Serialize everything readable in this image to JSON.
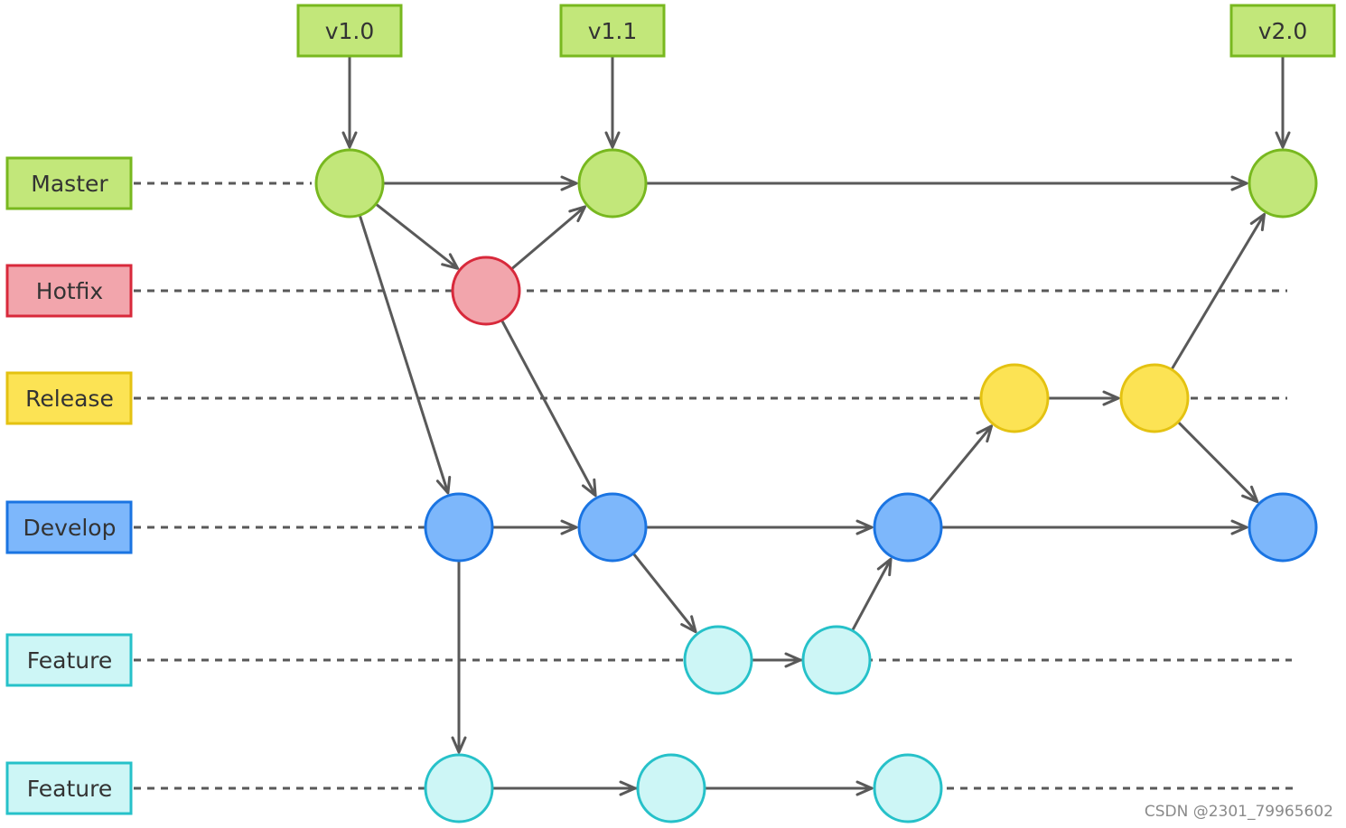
{
  "lanes": [
    {
      "id": "master",
      "label": "Master",
      "fill": "#c2e77a",
      "stroke": "#78b81f"
    },
    {
      "id": "hotfix",
      "label": "Hotfix",
      "fill": "#f2a5ac",
      "stroke": "#d8293b"
    },
    {
      "id": "release",
      "label": "Release",
      "fill": "#fce354",
      "stroke": "#e4c211"
    },
    {
      "id": "develop",
      "label": "Develop",
      "fill": "#7db7fb",
      "stroke": "#1a74e2"
    },
    {
      "id": "feature1",
      "label": "Feature",
      "fill": "#cdf6f6",
      "stroke": "#26c1c9"
    },
    {
      "id": "feature2",
      "label": "Feature",
      "fill": "#cdf6f6",
      "stroke": "#26c1c9"
    }
  ],
  "tags": [
    {
      "label": "v1.0",
      "node": "m1"
    },
    {
      "label": "v1.1",
      "node": "m2"
    },
    {
      "label": "v2.0",
      "node": "m3"
    }
  ],
  "nodes": [
    {
      "id": "m1",
      "lane": "master"
    },
    {
      "id": "m2",
      "lane": "master"
    },
    {
      "id": "m3",
      "lane": "master"
    },
    {
      "id": "h1",
      "lane": "hotfix"
    },
    {
      "id": "r1",
      "lane": "release"
    },
    {
      "id": "r2",
      "lane": "release"
    },
    {
      "id": "d1",
      "lane": "develop"
    },
    {
      "id": "d2",
      "lane": "develop"
    },
    {
      "id": "d3",
      "lane": "develop"
    },
    {
      "id": "d4",
      "lane": "develop"
    },
    {
      "id": "fa1",
      "lane": "feature1"
    },
    {
      "id": "fa2",
      "lane": "feature1"
    },
    {
      "id": "fb1",
      "lane": "feature2"
    },
    {
      "id": "fb2",
      "lane": "feature2"
    },
    {
      "id": "fb3",
      "lane": "feature2"
    }
  ],
  "edges": [
    [
      "m1",
      "m2"
    ],
    [
      "m2",
      "m3"
    ],
    [
      "m1",
      "h1"
    ],
    [
      "h1",
      "m2"
    ],
    [
      "m1",
      "d1"
    ],
    [
      "h1",
      "d2"
    ],
    [
      "d1",
      "d2"
    ],
    [
      "d2",
      "d3"
    ],
    [
      "d3",
      "d4"
    ],
    [
      "d1",
      "fb1"
    ],
    [
      "d2",
      "fa1"
    ],
    [
      "fa1",
      "fa2"
    ],
    [
      "fa2",
      "d3"
    ],
    [
      "d3",
      "r1"
    ],
    [
      "r1",
      "r2"
    ],
    [
      "r2",
      "m3"
    ],
    [
      "r2",
      "d4"
    ],
    [
      "fb1",
      "fb2"
    ],
    [
      "fb2",
      "fb3"
    ]
  ],
  "colors": {
    "line": "#595959",
    "tag_fill": "#c2e77a",
    "tag_stroke": "#78b81f"
  },
  "watermark": "CSDN @2301_79965602"
}
